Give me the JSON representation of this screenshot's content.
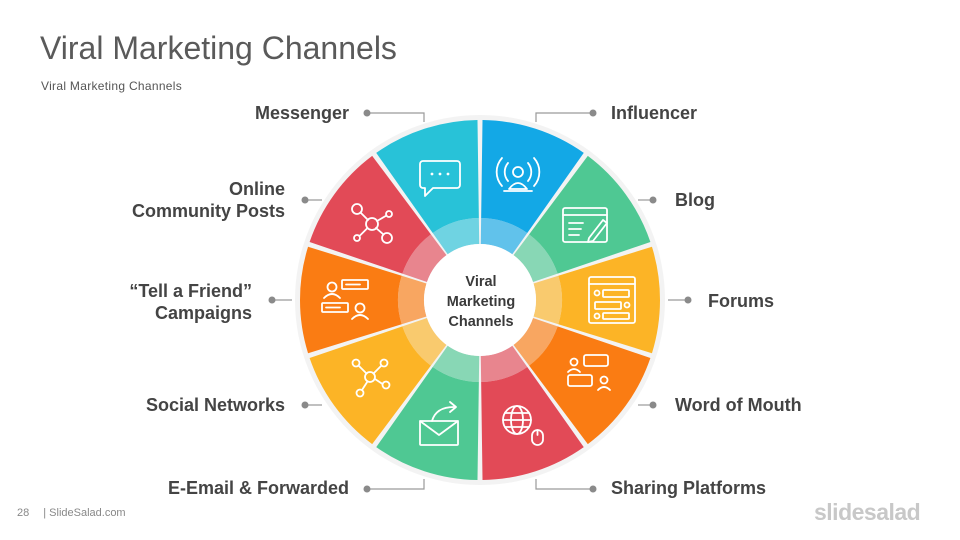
{
  "slide": {
    "title": "Viral Marketing Channels",
    "subtitle": "Viral Marketing Channels",
    "center_label": [
      "Viral",
      "Marketing",
      "Channels"
    ],
    "page_number": "28",
    "footer_text": "| SlideSalad.com",
    "brand": "slidesalad"
  },
  "segments": [
    {
      "name": "Influencer",
      "color": "#13a8e6",
      "icon": "broadcast-icon"
    },
    {
      "name": "Blog",
      "color": "#4fc893",
      "icon": "blog-editor-icon"
    },
    {
      "name": "Forums",
      "color": "#fcb426",
      "icon": "forum-threads-icon"
    },
    {
      "name": "Word of Mouth",
      "color": "#fa7c13",
      "icon": "conversation-icon"
    },
    {
      "name": "Sharing Platforms",
      "color": "#e24a57",
      "icon": "globe-mouse-icon"
    },
    {
      "name": "E-Email & Forwarded",
      "color": "#4fc893",
      "icon": "email-forward-icon"
    },
    {
      "name": "Social Networks",
      "color": "#fcb426",
      "icon": "network-icon"
    },
    {
      "name": "“Tell a Friend” Campaigns",
      "color": "#fa7c13",
      "icon": "tell-a-friend-icon"
    },
    {
      "name": "Online Community Posts",
      "color": "#e24a57",
      "icon": "community-icon"
    },
    {
      "name": "Messenger",
      "color": "#28c2d8",
      "icon": "chat-bubble-icon"
    }
  ],
  "labels": {
    "messenger": "Messenger",
    "influencer": "Influencer",
    "online_1": "Online",
    "online_2": "Community Posts",
    "blog": "Blog",
    "tell_1": "“Tell a Friend”",
    "tell_2": "Campaigns",
    "forums": "Forums",
    "social": "Social Networks",
    "word": "Word of Mouth",
    "email": "E-Email & Forwarded",
    "sharing": "Sharing Platforms"
  }
}
